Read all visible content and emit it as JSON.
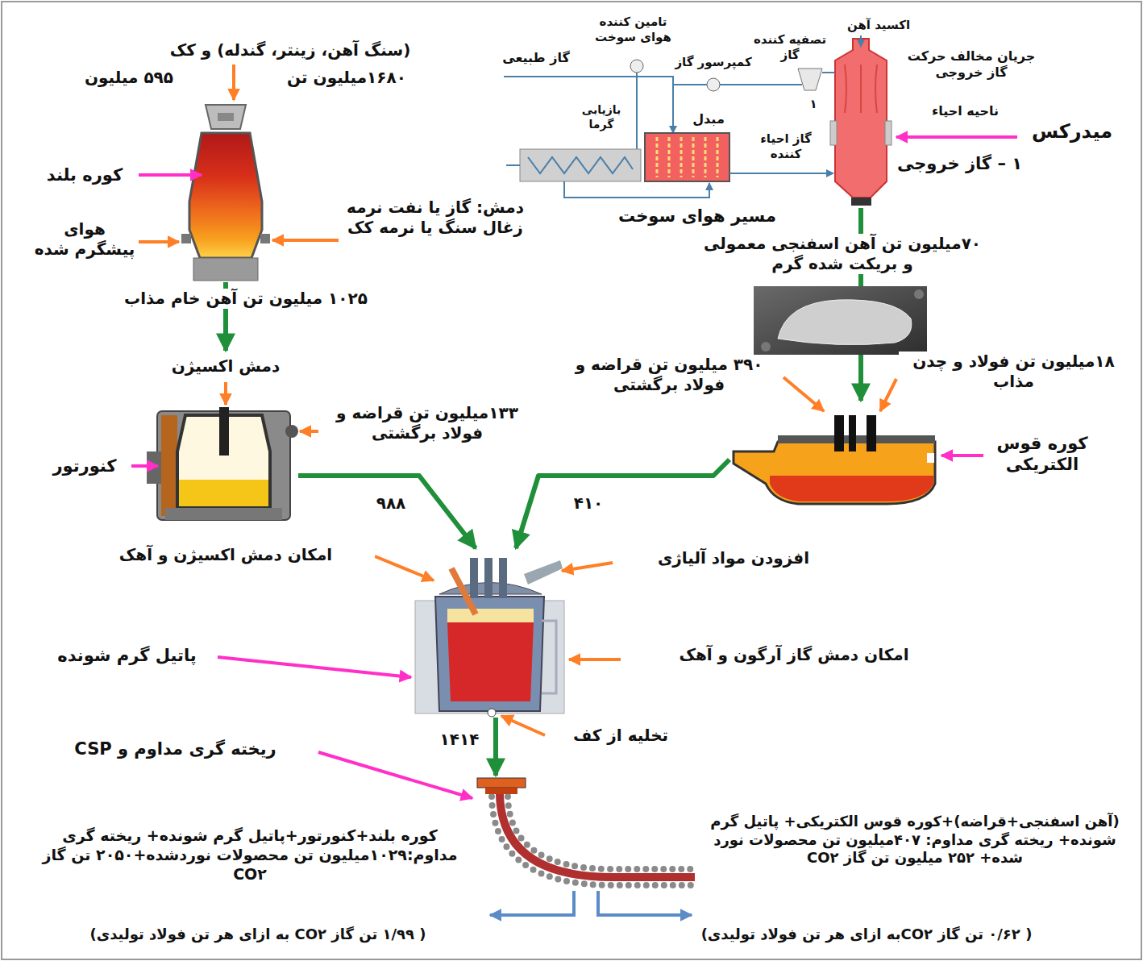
{
  "diagram": {
    "nodes": [
      {
        "text": [
          "کوره بلند"
        ]
      },
      {
        "text": [
          "میدرکس"
        ]
      },
      {
        "text": [
          "کنورتور"
        ]
      },
      {
        "text": [
          "کوره قوس الکتریکی"
        ]
      },
      {
        "text": [
          "پاتیل گرم شونده"
        ]
      },
      {
        "text": [
          "ریخته گری مداوم و CSP"
        ]
      }
    ],
    "edges": [
      {
        "from": 0,
        "to": 2,
        "arrow": "to",
        "label": "۱۰۲۵ میلیون تن آهن خام مذاب"
      },
      {
        "from": 1,
        "to": 3,
        "arrow": "to",
        "label": "۷۰میلیون تن آهن اسفنجی معمولی و بریکت شده گرم"
      },
      {
        "from": 2,
        "to": 4,
        "arrow": "to",
        "label": "۹۸۸"
      },
      {
        "from": 3,
        "to": 4,
        "arrow": "to",
        "label": "۴۱۰"
      },
      {
        "from": 4,
        "to": 5,
        "arrow": "to",
        "label": "۱۴۱۴"
      }
    ],
    "labels": [
      "(سنگ آهن، زینتر، گندله) و کک",
      "۱۶۸۰میلیون تن",
      "۵۹۵ میلیون",
      "هوای پیشگرم شده",
      "دمش: گاز یا نفت نرمه زغال سنگ یا نرمه کک",
      "دمش اکسیژن",
      "۱۳۳میلیون تن قراضه و فولاد برگشتی",
      "امکان دمش اکسیژن و آهک",
      "افزودن مواد آلیاژی",
      "امکان دمش گاز آرگون و آهک",
      "تخلیه از کف",
      "۳۹۰ میلیون تن قراضه و فولاد برگشتی",
      "۱۸میلیون تن فولاد و چدن مذاب",
      "اکسید آهن",
      "تامین کننده هوای سوخت",
      "تصفیه کننده گاز",
      "گاز طبیعی",
      "کمپرسور گاز",
      "جریان مخالف حرکت گاز خروجی",
      "ناحیه احیاء",
      "بازیابی گرما",
      "مبدل",
      "گاز احیاء کننده",
      "۱",
      "۱ – گاز خروجی",
      "مسیر هوای سوخت",
      "کوره بلند+کنورتور+پاتیل گرم شونده+ ریخته گری مداوم:۱۰۲۹میلیون تن محصولات نوردشده+۲۰۵۰ تن گاز CO۲",
      "( ۱/۹۹ تن گاز CO۲ به ازای هر تن فولاد تولیدی)",
      "(آهن اسفنجی+قراضه)+کوره قوس الکتریکی+ پاتیل گرم شونده+ ریخته گری مداوم: ۴۰۷میلیون تن محصولات نورد شده+ ۲۵۲ میلیون تن گاز CO۲",
      "( ۰/۶۲ تن گاز CO۲به ازای هر تن فولاد تولیدی)"
    ]
  }
}
